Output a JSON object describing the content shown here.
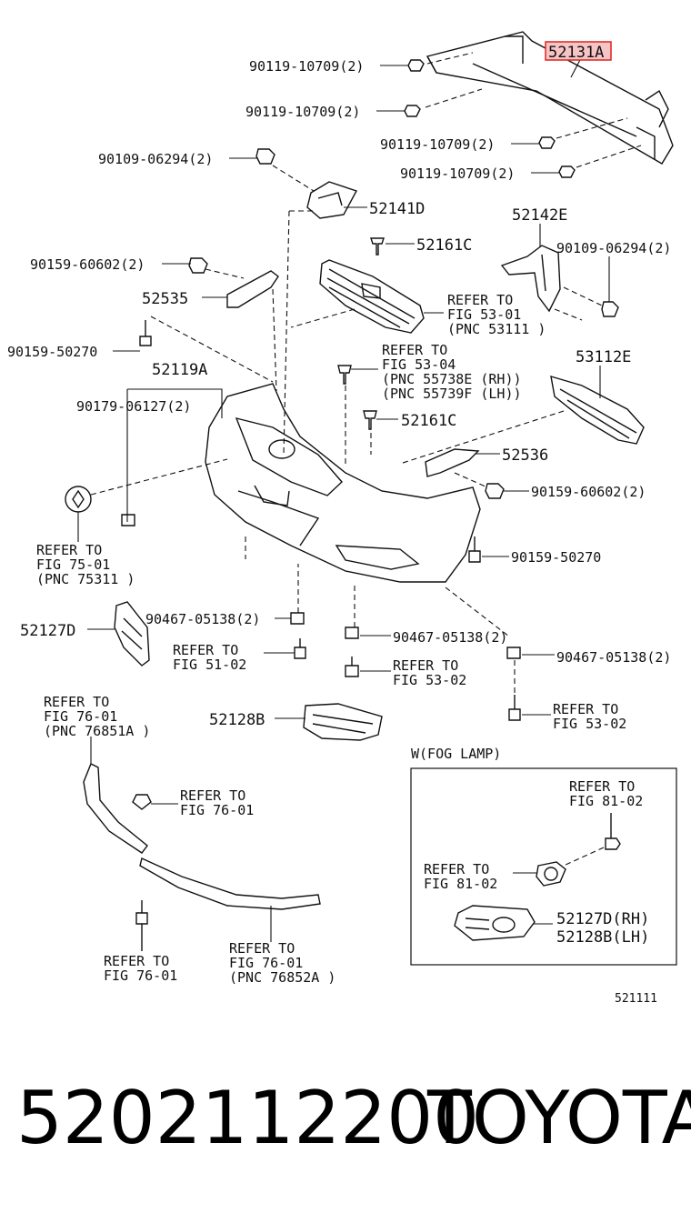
{
  "labels": {
    "p52131a": "52131A",
    "b1": "90119-10709(2)",
    "b2": "90119-10709(2)",
    "b3": "90119-10709(2)",
    "b4": "90119-10709(2)",
    "b5": "90109-06294(2)",
    "p52141d": "52141D",
    "p52161c_a": "52161C",
    "p52142e": "52142E",
    "b6": "90109-06294(2)",
    "b7": "90159-60602(2)",
    "p52535": "52535",
    "b8": "90159-50270",
    "p52119a": "52119A",
    "b9": "90179-06127(2)",
    "r1": [
      "REFER TO",
      "FIG  53-01",
      "(PNC 53111 )"
    ],
    "r2": [
      "REFER TO",
      "FIG  53-04",
      "(PNC 55738E (RH))",
      "(PNC 55739F (LH))"
    ],
    "p52161c_b": "52161C",
    "p53112e": "53112E",
    "p52536": "52536",
    "b10": "90159-60602(2)",
    "r3": [
      "REFER TO",
      "FIG  75-01",
      "(PNC 75311 )"
    ],
    "b11": "90159-50270",
    "p52127d": "52127D",
    "b12": "90467-05138(2)",
    "b13": "90467-05138(2)",
    "b14": "90467-05138(2)",
    "r4": [
      "REFER TO",
      "FIG  51-02"
    ],
    "r5": [
      "REFER TO",
      "FIG  53-02"
    ],
    "r6": [
      "REFER TO",
      "FIG  53-02"
    ],
    "p52128b": "52128B",
    "r7": [
      "REFER TO",
      "FIG  76-01",
      "(PNC 76851A )"
    ],
    "r8": [
      "REFER TO",
      "FIG  76-01"
    ],
    "r9": [
      "REFER TO",
      "FIG  76-01"
    ],
    "r10": [
      "REFER TO",
      "FIG  76-01",
      "(PNC 76852A )"
    ],
    "fog_title": "W(FOG LAMP)",
    "r11": [
      "REFER TO",
      "FIG  81-02"
    ],
    "r12": [
      "REFER TO",
      "FIG  81-02"
    ],
    "fog_rh": "52127D(RH)",
    "fog_lh": "52128B(LH)",
    "diagram_code": "521111"
  },
  "highlight_color": "#e0302a",
  "highlight_fill": "#f6c4c4",
  "footer": {
    "part_number": "5202112200",
    "brand": "TOYOTA"
  }
}
